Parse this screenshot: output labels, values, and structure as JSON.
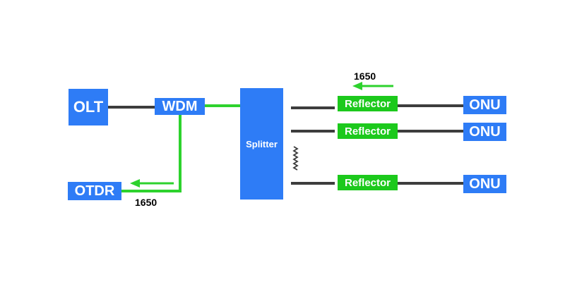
{
  "nodes": {
    "olt": "OLT",
    "wdm": "WDM",
    "otdr": "OTDR",
    "splitter": "Splitter",
    "reflectors": [
      "Reflector",
      "Reflector",
      "Reflector"
    ],
    "onus": [
      "ONU",
      "ONU",
      "ONU"
    ]
  },
  "labels": {
    "wavelength_top": "1650",
    "wavelength_bottom": "1650"
  },
  "colors": {
    "blue_box": "#2e7cf6",
    "green_box": "#1cc91c",
    "green_line": "#2dd22d",
    "gray_line": "#3d3d3d",
    "label_text": "#000000"
  }
}
